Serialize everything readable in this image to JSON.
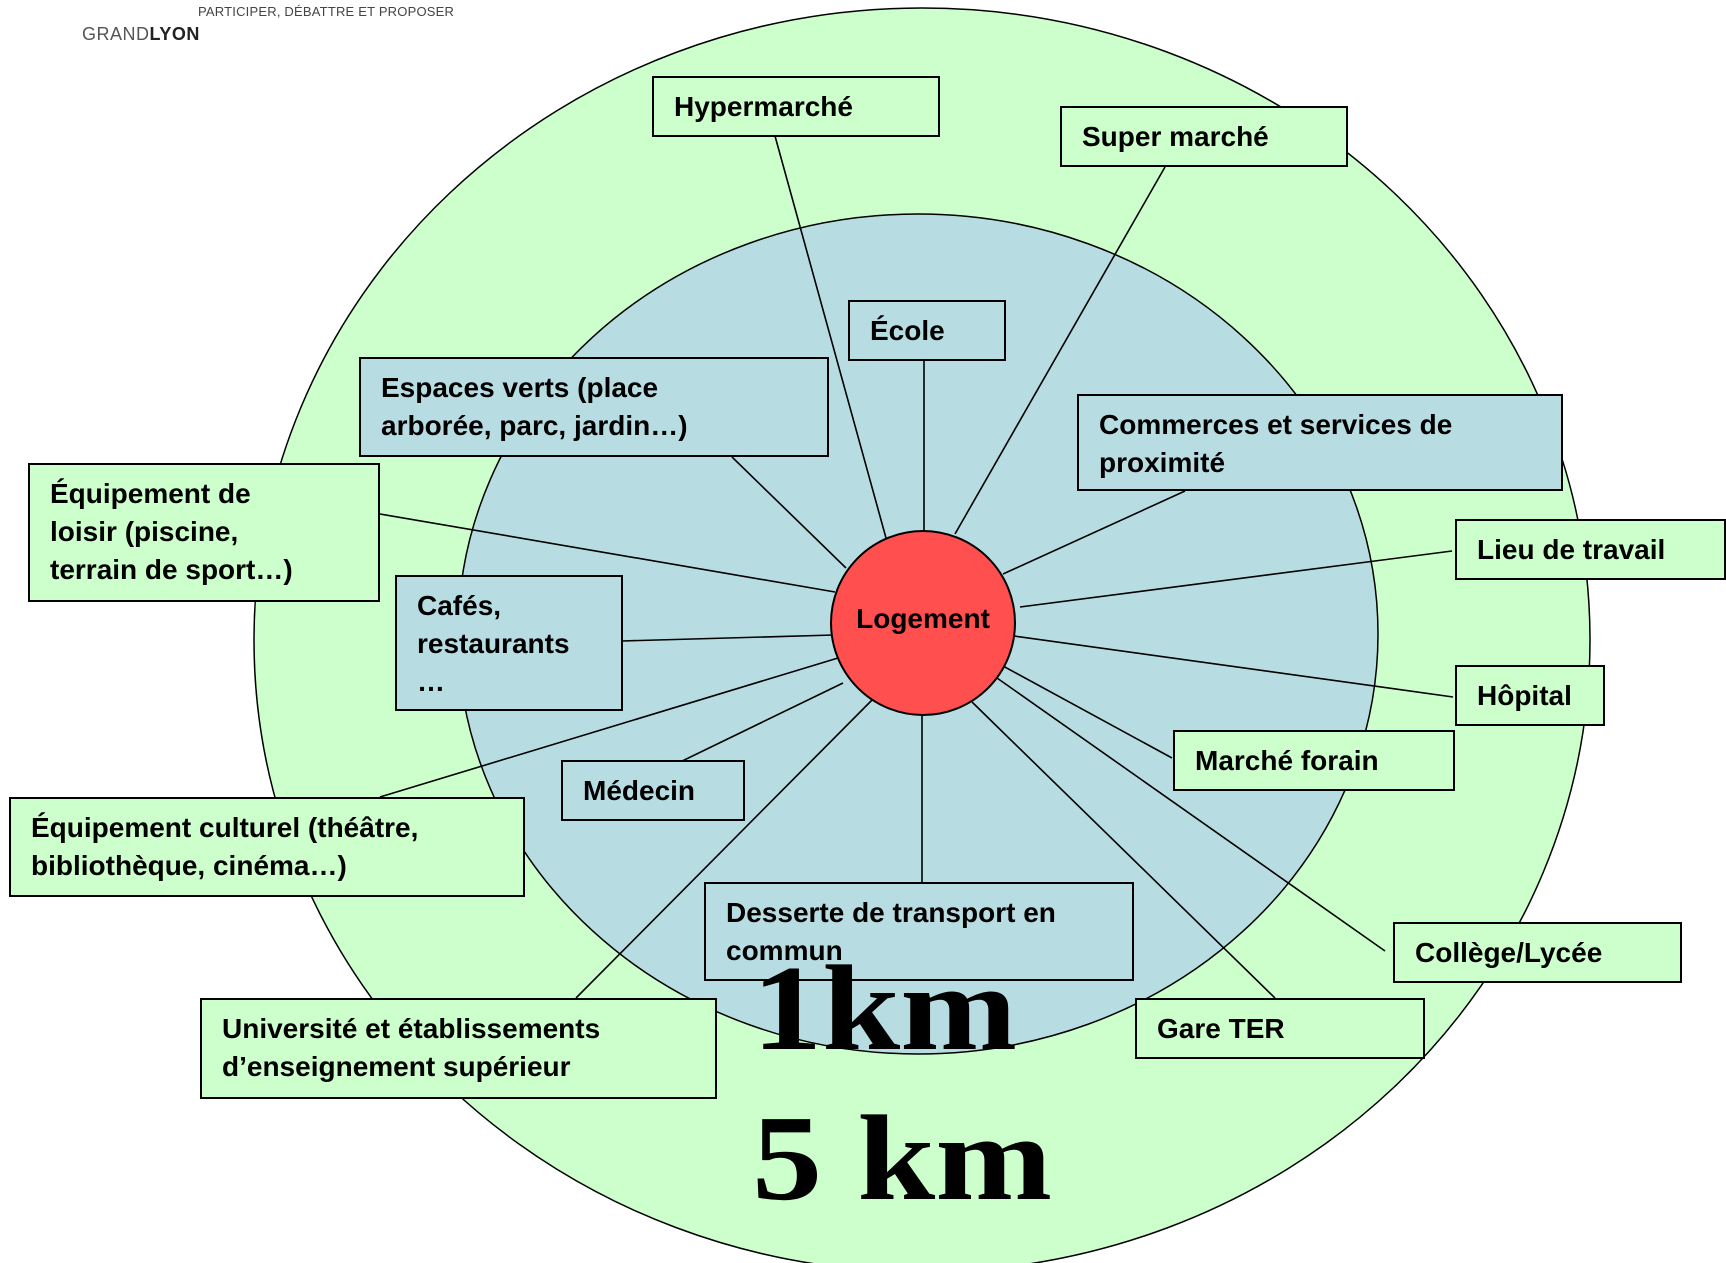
{
  "logo": {
    "tagline": "PARTICIPER, DÉBATTRE ET PROPOSER",
    "brand_light": "GRAND",
    "brand_bold": "LYON"
  },
  "colors": {
    "outer_zone": "#ccffcc",
    "inner_zone": "#b7dde3",
    "center": "#ff4f4f",
    "outline": "#000000"
  },
  "center": {
    "label": "Logement"
  },
  "zones": {
    "inner_distance": "1km",
    "outer_distance": "5 km"
  },
  "amenities": {
    "hypermarche": "Hypermarché",
    "super_marche": "Super marché",
    "ecole": "École",
    "espaces_verts": "Espaces verts (place\narborée, parc, jardin…)",
    "commerces": "Commerces et services de\nproximité",
    "equipement_loisir": "Équipement de\nloisir (piscine,\nterrain de sport…)",
    "lieu_travail": "Lieu de travail",
    "cafes": "Cafés,\nrestaurants\n…",
    "hopital": "Hôpital",
    "marche_forain": "Marché forain",
    "medecin": "Médecin",
    "equipement_culturel": "Équipement culturel (théâtre,\nbibliothèque, cinéma…)",
    "desserte_transport": "Desserte de transport en\ncommun",
    "college_lycee": "Collège/Lycée",
    "gare_ter": "Gare TER",
    "universite": "Université et établissements\nd’enseignement supérieur"
  }
}
